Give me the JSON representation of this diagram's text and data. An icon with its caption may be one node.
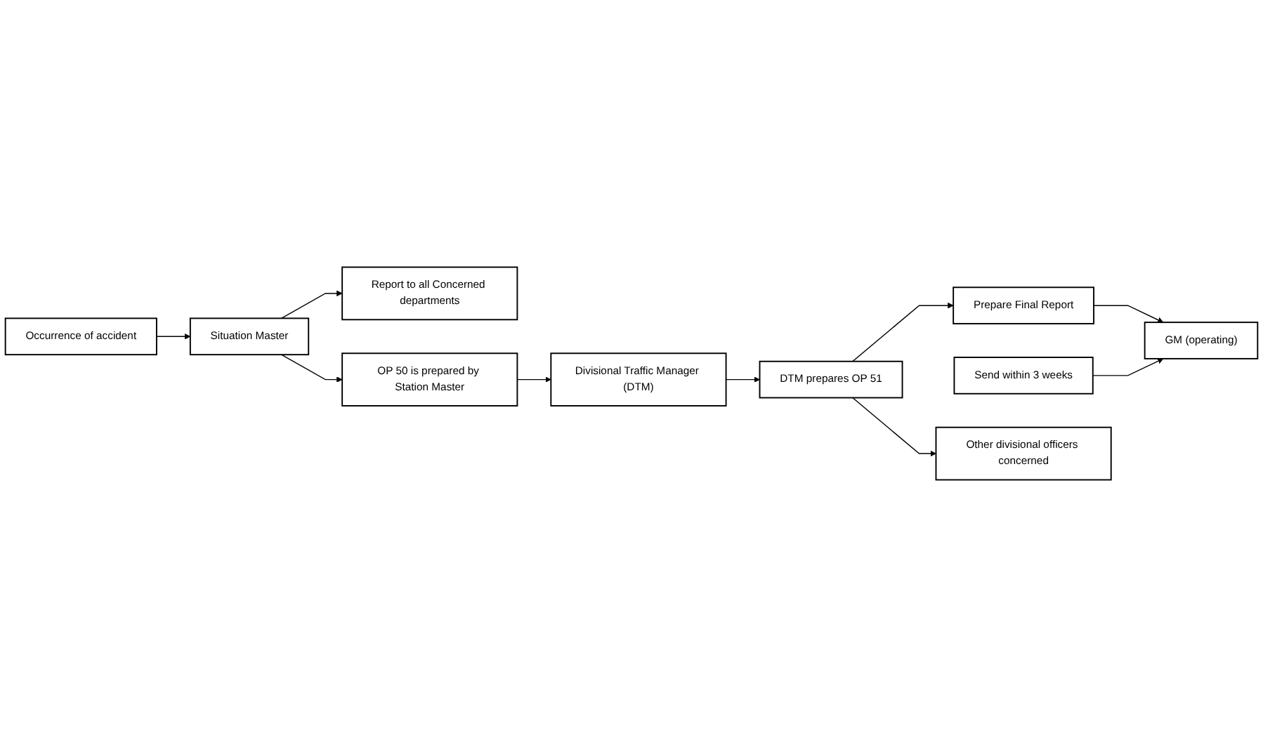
{
  "diagram": {
    "nodes": [
      {
        "text": [
          "Occurrence of accident"
        ]
      },
      {
        "text": [
          "Situation Master"
        ]
      },
      {
        "text": [
          "Report to all Concerned departments"
        ]
      },
      {
        "text": [
          "OP 50 is prepared by Station Master"
        ]
      },
      {
        "text": [
          "Divisional Traffic Manager (DTM)"
        ]
      },
      {
        "text": [
          "GM (operating)"
        ]
      },
      {
        "text": [
          "Prepare Final Report"
        ]
      },
      {
        "text": [
          "DTM prepares OP 51"
        ]
      },
      {
        "text": [
          "Send within 3 weeks"
        ]
      },
      {
        "text": [
          "Other divisional officers concerned"
        ]
      }
    ],
    "edges": [
      {
        "from": 0,
        "to": 1,
        "arrow": "to"
      },
      {
        "from": 1,
        "to": 2,
        "arrow": "to"
      },
      {
        "from": 1,
        "to": 3,
        "arrow": "to"
      },
      {
        "from": 3,
        "to": 4,
        "arrow": "to"
      },
      {
        "from": 4,
        "to": 7,
        "arrow": "to"
      },
      {
        "from": 7,
        "to": 6,
        "arrow": "to"
      },
      {
        "from": 6,
        "to": 5,
        "arrow": "to"
      },
      {
        "from": 8,
        "to": 5,
        "arrow": "to"
      },
      {
        "from": 7,
        "to": 9,
        "arrow": "to"
      }
    ]
  }
}
